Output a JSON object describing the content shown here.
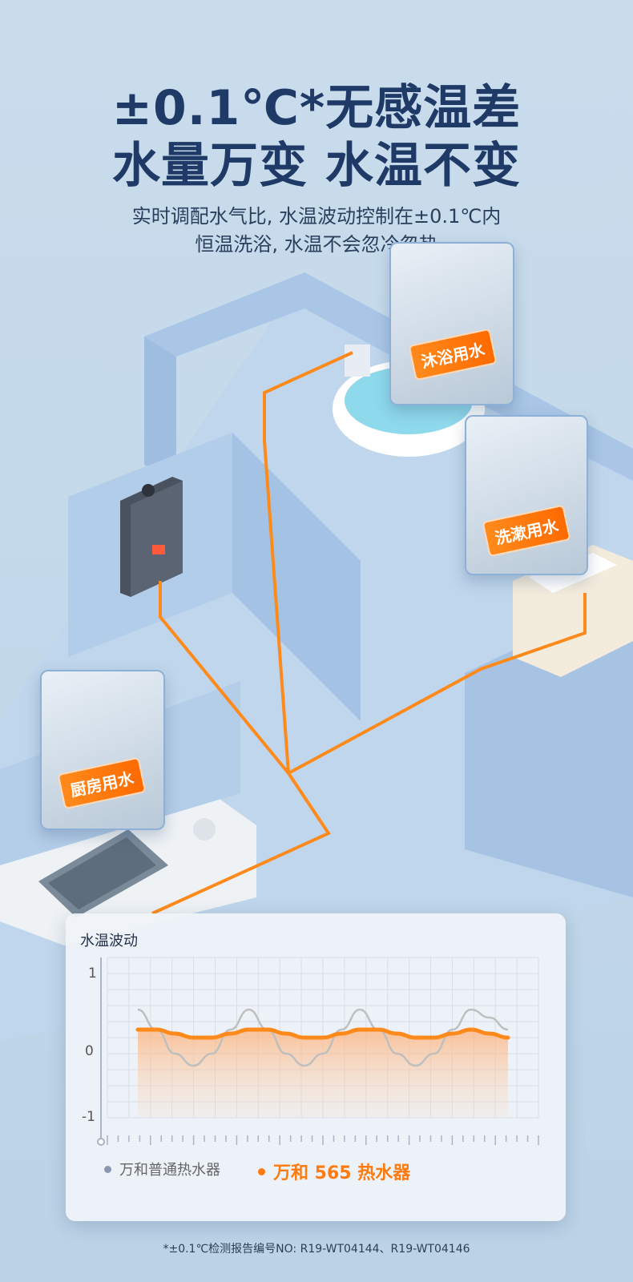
{
  "headline": {
    "line1": "±0.1℃*无感温差",
    "line2": "水量万变 水温不变"
  },
  "subtitle": {
    "line1": "实时调配水气比, 水温波动控制在±0.1℃内",
    "line2": "恒温洗浴, 水温不会忽冷忽热"
  },
  "scene": {
    "tag_bath": "沐浴用水",
    "tag_wash": "洗漱用水",
    "tag_kitchen": "厨房用水"
  },
  "chart_data": {
    "type": "line",
    "title": "水温波动",
    "ylim": [
      -1,
      1
    ],
    "yticks": [
      "1",
      "0",
      "-1"
    ],
    "grid": true,
    "legend_placement": "bottom",
    "series": [
      {
        "name": "万和普通热水器",
        "color": "#bfbfbf",
        "x": [
          0,
          0.5,
          1,
          1.5,
          2,
          2.5,
          3,
          3.5,
          4,
          4.5,
          5,
          5.5,
          6,
          6.5,
          7,
          7.5,
          8,
          8.5,
          9,
          9.5,
          10
        ],
        "values": [
          0.35,
          0.1,
          -0.2,
          -0.35,
          -0.2,
          0.1,
          0.35,
          0.1,
          -0.2,
          -0.35,
          -0.2,
          0.1,
          0.35,
          0.1,
          -0.2,
          -0.35,
          -0.2,
          0.1,
          0.35,
          0.25,
          0.1
        ]
      },
      {
        "name": "万和 565 热水器",
        "color": "#ff8a1c",
        "x": [
          0,
          0.5,
          1,
          1.5,
          2,
          2.5,
          3,
          3.5,
          4,
          4.5,
          5,
          5.5,
          6,
          6.5,
          7,
          7.5,
          8,
          8.5,
          9,
          9.5,
          10
        ],
        "values": [
          0.1,
          0.1,
          0.05,
          0.0,
          0.0,
          0.05,
          0.1,
          0.1,
          0.05,
          0.0,
          0.0,
          0.05,
          0.1,
          0.1,
          0.05,
          0.0,
          0.0,
          0.05,
          0.1,
          0.05,
          0.0
        ]
      }
    ]
  },
  "footnote": "*±0.1℃检测报告编号NO: R19-WT04144、R19-WT04146",
  "colors": {
    "accent": "#ff7a0f",
    "title": "#1f3a66",
    "wall": "#a9c6e6"
  }
}
